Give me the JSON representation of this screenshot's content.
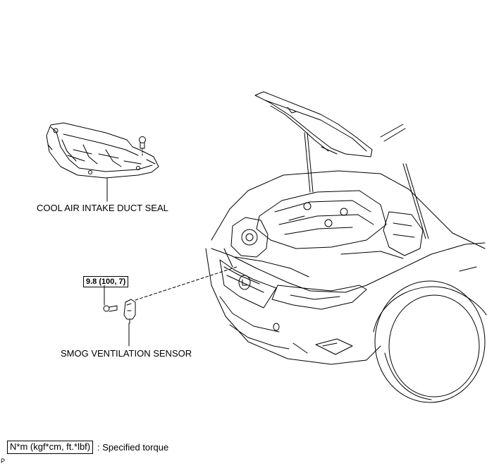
{
  "labels": {
    "duct_seal": "COOL AIR INTAKE DUCT SEAL",
    "smog_sensor": "SMOG VENTILATION SENSOR",
    "torque_value": "9.8 (100, 7)"
  },
  "legend": {
    "unit": "N*m (kgf*cm, ft.*lbf)",
    "description": ": Specified torque"
  },
  "corner_mark": "P"
}
